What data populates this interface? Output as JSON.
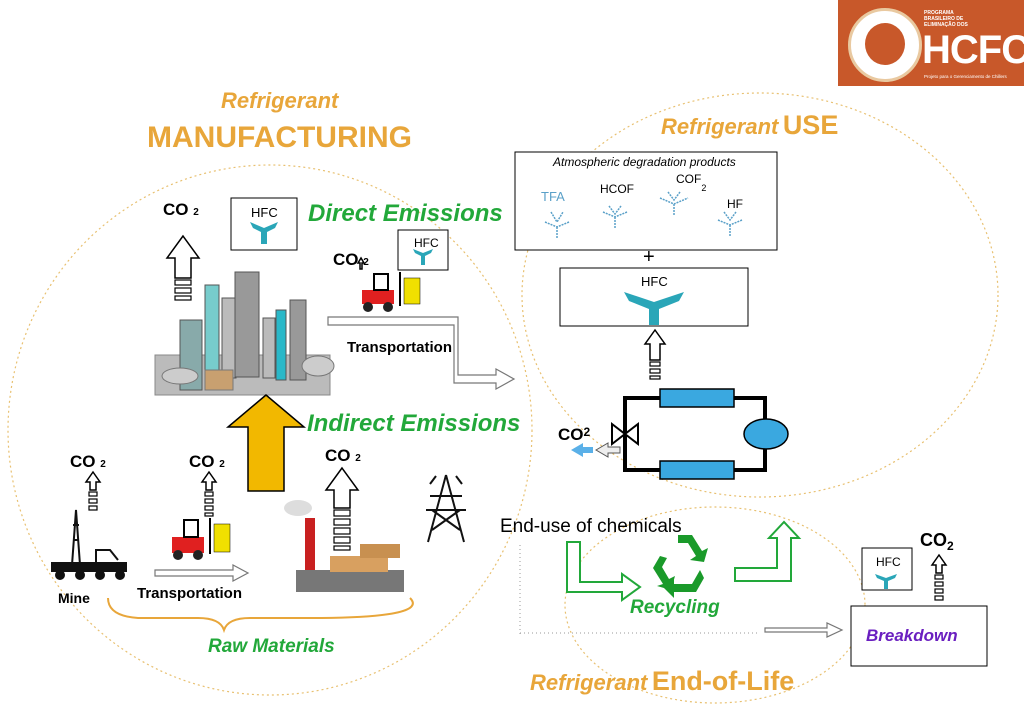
{
  "logo": {
    "line1": "PROGRAMA",
    "line2": "BRASILEIRO DE",
    "line3": "ELIMINAÇÃO DOS",
    "brand": "HCFCs",
    "tagline": "Projeto para o Gerenciamento de Chillers"
  },
  "manufacturing": {
    "title1": "Refrigerant",
    "title2": "MANUFACTURING"
  },
  "use": {
    "title1": "Refrigerant",
    "title2": "USE"
  },
  "eol": {
    "title1": "Refrigerant",
    "title2": "End-of-Life"
  },
  "labels": {
    "direct_emissions": "Direct Emissions",
    "indirect_emissions": "Indirect Emissions",
    "transportation_top": "Transportation",
    "transportation_bottom": "Transportation",
    "mine": "Mine",
    "raw_materials": "Raw Materials",
    "end_use": "End-use of chemicals",
    "recycling": "Recycling",
    "breakdown": "Breakdown",
    "plus": "+"
  },
  "co2": {
    "main": "CO",
    "sub": "2"
  },
  "hfc": "HFC",
  "degradation": {
    "title": "Atmospheric degradation products",
    "products": [
      "TFA",
      "HCOF",
      "COF",
      "HF"
    ],
    "cof_sub": "2"
  },
  "colors": {
    "orange": "#e8a63a",
    "green": "#22a83a",
    "teal": "#2aa6b8",
    "logo_bg": "#c8582a",
    "breakdown": "#6a1fc0"
  }
}
